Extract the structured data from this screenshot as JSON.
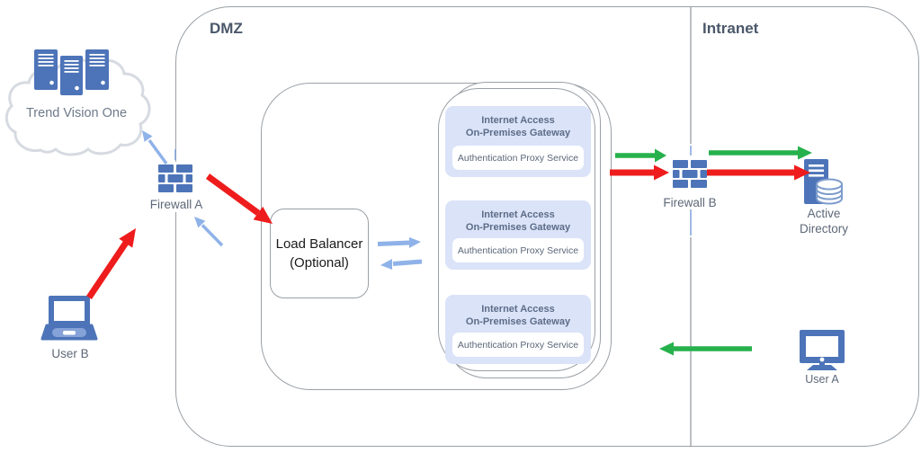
{
  "regions": {
    "dmz_label": "DMZ",
    "intranet_label": "Intranet"
  },
  "nodes": {
    "trend_vision_one": {
      "label": "Trend Vision One"
    },
    "firewall_a": {
      "label": "Firewall A"
    },
    "user_b": {
      "label": "User B"
    },
    "load_balancer": {
      "label": "Load Balancer\n(Optional)"
    },
    "firewall_b": {
      "label": "Firewall B"
    },
    "active_directory": {
      "label": "Active\nDirectory"
    },
    "user_a": {
      "label": "User A"
    }
  },
  "gateways": [
    {
      "title": "Internet Access\nOn-Premises Gateway",
      "service": "Authentication Proxy Service"
    },
    {
      "title": "Internet Access\nOn-Premises Gateway",
      "service": "Authentication Proxy Service"
    },
    {
      "title": "Internet Access\nOn-Premises Gateway",
      "service": "Authentication Proxy Service"
    }
  ],
  "edges": [
    {
      "from": "user_b",
      "to": "firewall_a",
      "color": "red"
    },
    {
      "from": "firewall_a",
      "to": "load_balancer",
      "color": "red"
    },
    {
      "from": "firewall_a",
      "to": "trend_vision_one",
      "color": "blue"
    },
    {
      "from": "dmz_interior",
      "to": "firewall_a",
      "color": "blue"
    },
    {
      "from": "load_balancer",
      "to": "gateways",
      "color": "blue"
    },
    {
      "from": "gateways",
      "to": "load_balancer",
      "color": "blue"
    },
    {
      "from": "gateways",
      "to": "firewall_b",
      "color": "green"
    },
    {
      "from": "gateways",
      "to": "firewall_b",
      "color": "red"
    },
    {
      "from": "firewall_b",
      "to": "active_directory",
      "color": "green"
    },
    {
      "from": "firewall_b",
      "to": "active_directory",
      "color": "red"
    },
    {
      "from": "user_a",
      "to": "intranet_boundary",
      "color": "green"
    }
  ],
  "colors": {
    "icon_blue": "#4d74b8",
    "icon_blue_light": "#85a3d8",
    "arrow_red": "#ee1c1c",
    "arrow_green": "#26b14c",
    "arrow_blue": "#8fb2e8",
    "border_gray": "#9aa0a6",
    "divider_gray": "#8f959c",
    "divider_blue": "#7fa3dc",
    "cloud_gray": "#d6dae1",
    "card_bg": "#dae3f8",
    "title_text": "#5d6c87",
    "label_text": "#5d6878",
    "region_text": "#4b586a",
    "db_stroke": "#7d9ccc"
  }
}
